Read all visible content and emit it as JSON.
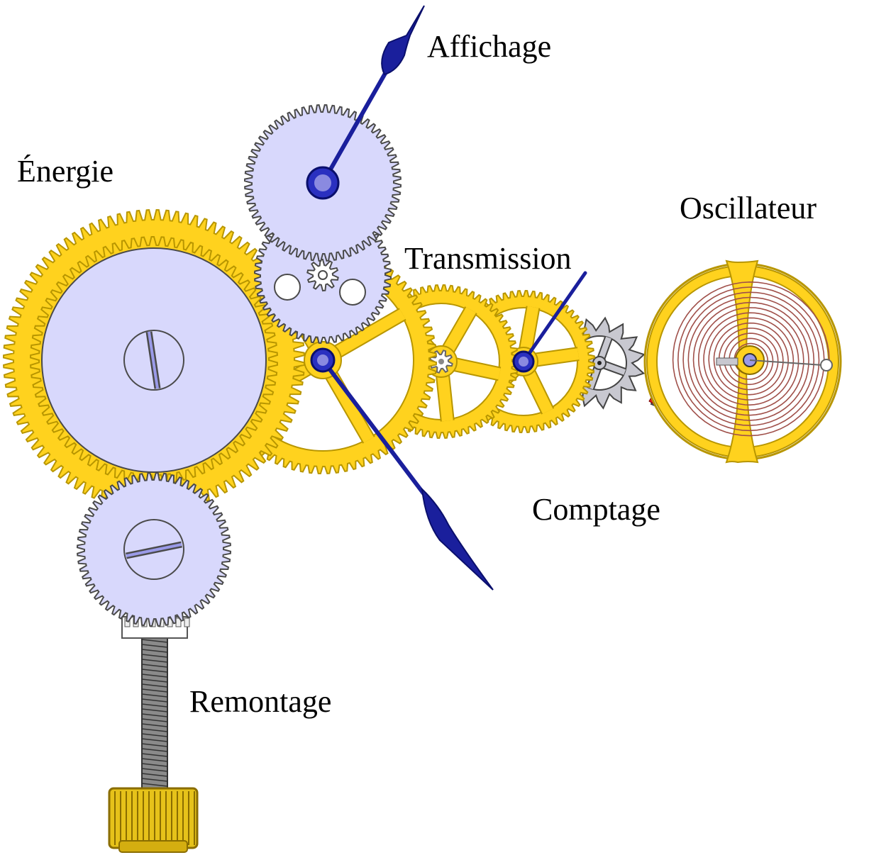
{
  "labels": {
    "affichage": "Affichage",
    "energie": "Énergie",
    "oscillateur": "Oscillateur",
    "transmission": "Transmission",
    "comptage": "Comptage",
    "remontage": "Remontage"
  },
  "colors": {
    "gold": "#ffd21e",
    "gold_outline": "#b89600",
    "lavender": "#d8d8fc",
    "outline": "#4a4a4a",
    "hand_blue": "#1a1f9c",
    "hairspring": "#a0504a",
    "pallet_red": "#e02020",
    "escape_wheel": "#c8c8d0"
  },
  "components": [
    {
      "name": "barrel-wheel",
      "role": "Énergie"
    },
    {
      "name": "crown-wheel",
      "role": "Remontage"
    },
    {
      "name": "display-wheel",
      "role": "Affichage"
    },
    {
      "name": "center-wheel",
      "role": "Transmission"
    },
    {
      "name": "third-wheel",
      "role": "Transmission"
    },
    {
      "name": "fourth-wheel",
      "role": "Transmission"
    },
    {
      "name": "escape-wheel",
      "role": "Comptage"
    },
    {
      "name": "balance-wheel",
      "role": "Oscillateur"
    }
  ]
}
